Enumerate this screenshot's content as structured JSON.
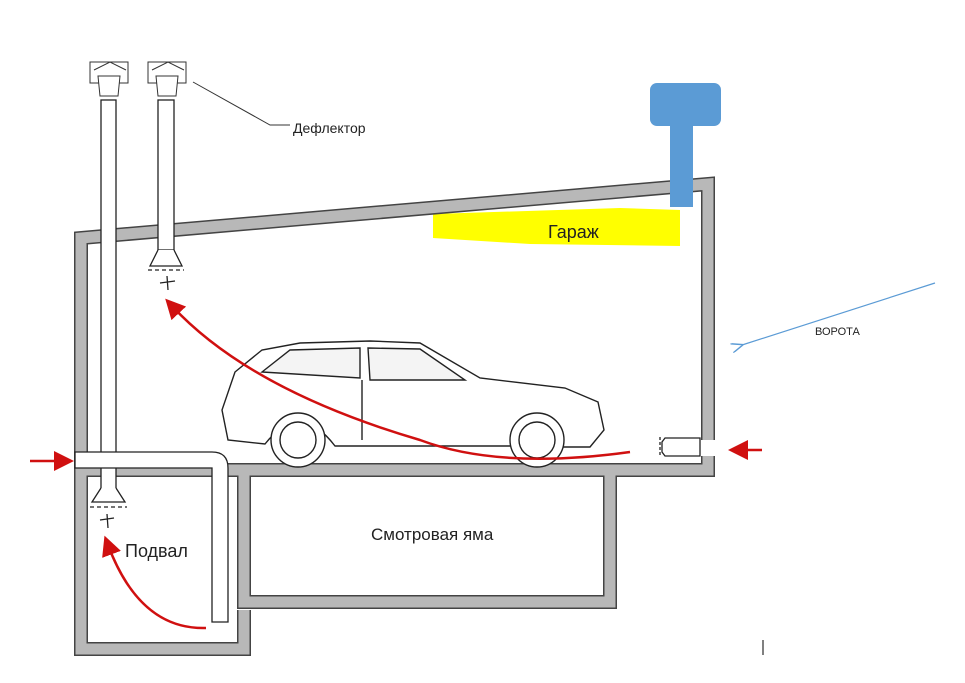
{
  "labels": {
    "deflector": "Дефлектор",
    "garage": "Гараж",
    "gate": "ВОРОТА",
    "pit": "Смотровая яма",
    "basement": "Подвал"
  },
  "colors": {
    "wall": "#b5b5b5",
    "arrow": "#d01010",
    "highlight": "#ffff00",
    "blue": "#5b9bd5"
  }
}
